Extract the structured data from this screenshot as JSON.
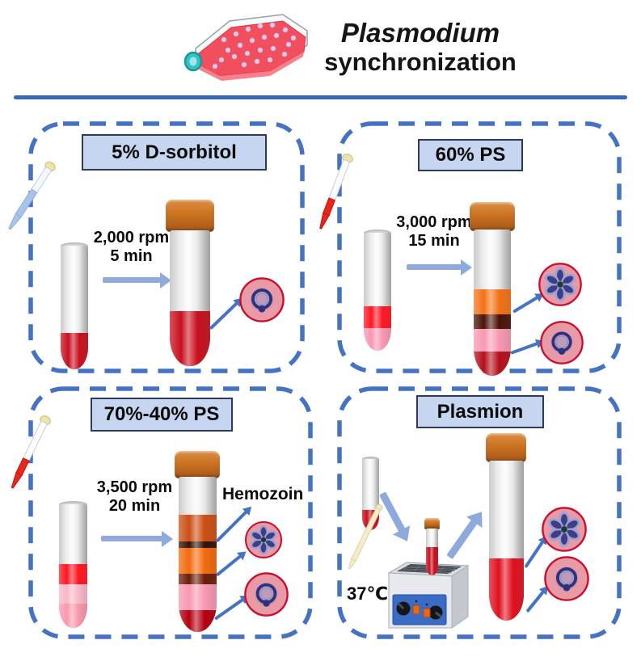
{
  "header": {
    "title_line1": "Plasmodium",
    "title_line2": "synchronization"
  },
  "panels": {
    "sorbitol": {
      "label": "5% D-sorbitol",
      "speed": "2,000 rpm",
      "time": "5 min"
    },
    "ps60": {
      "label": "60% PS",
      "speed": "3,000 rpm",
      "time": "15 min"
    },
    "ps70_40": {
      "label": "70%-40% PS",
      "speed": "3,500 rpm",
      "time": "20 min",
      "annotation": "Hemozoin"
    },
    "plasmion": {
      "label": "Plasmion",
      "temperature": "37℃"
    }
  },
  "icons": {
    "culture-flask-icon": "tilted red culture flask with dots and teal cap",
    "pipette-icon": "tilted transfer pipette",
    "centrifuge-tube-icon": "tube with layered liquid",
    "ring-stage-icon": "infected RBC with ring-stage parasite",
    "schizont-icon": "infected RBC with multi-lobed schizont",
    "water-bath-icon": "benchtop water bath with knobs",
    "arrow-icon": "process arrow"
  },
  "colors": {
    "dashed_border": "#4573C4",
    "divider": "#3A67B8",
    "label_fill": "#C6D6F0",
    "label_border": "#2F3B55",
    "cap_orange": "#C9711F",
    "arrow_light": "#8EA9DB",
    "arrow_dark": "#4573C4",
    "blood_red": "#C8101E",
    "bright_red": "#FF1623",
    "pink_layer": "#F898B2",
    "percoll_orange": "#F47216",
    "hemozoin_brown": "#3F1507",
    "maroon_band": "#6B1D07",
    "cell_fill": "#E89AA6",
    "cell_border": "#C8102E",
    "parasite_navy": "#2B3280",
    "schizont_purple": "#403E82",
    "bath_blue": "#3A6CC6",
    "flask_red": "#F24F5E",
    "flask_cap_teal": "#35C3C6"
  }
}
